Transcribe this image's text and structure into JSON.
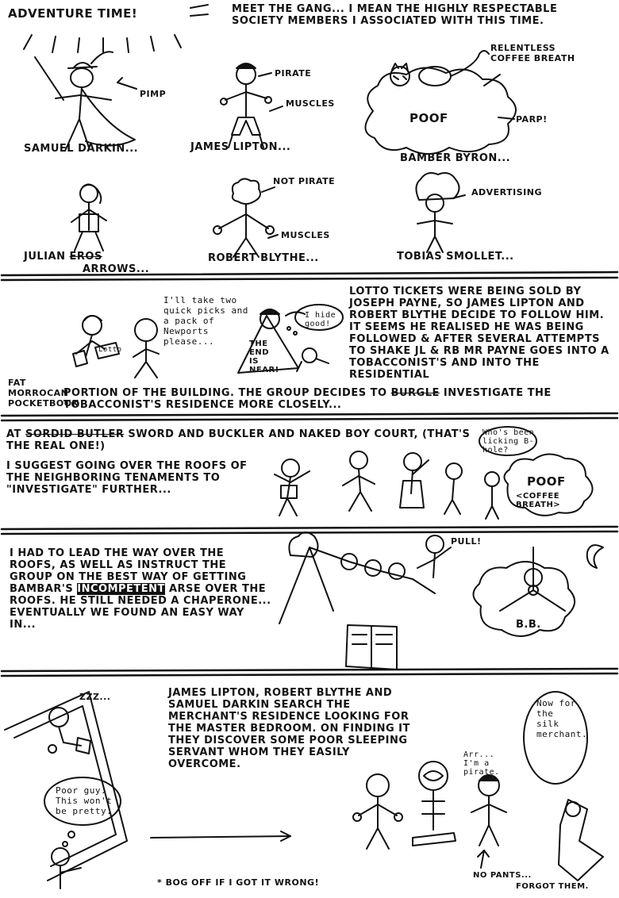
{
  "panel1": {
    "title": "Adventure Time!",
    "intro": "Meet the gang... I mean the highly respectable society members I associated with this time.",
    "samuel": {
      "name": "Samuel Darkin...",
      "note": "Pimp"
    },
    "james": {
      "name": "James Lipton...",
      "note1": "Pirate",
      "note2": "Muscles"
    },
    "bamber": {
      "name": "Bamber Byron...",
      "poof": "Poof",
      "note": "Relentless coffee breath",
      "parp": "Parp!"
    },
    "julian": {
      "name": "Julian",
      "crossed": "Eros",
      "surname": "Arrows..."
    },
    "robert": {
      "name": "Robert Blythe...",
      "note1": "Not pirate",
      "note2": "Muscles"
    },
    "tobias": {
      "name": "Tobias Smollet...",
      "note": "Advertising"
    }
  },
  "panel2": {
    "fat_book": "Fat Morrocan pocketbook",
    "lotto_label": "Lotto",
    "speech": "I'll take two quick picks and a pack of Newports please...",
    "hide": "I hide good!",
    "sign": "The end is near!",
    "story": "Lotto tickets were being sold by Joseph Payne, so James Lipton and Robert Blythe decide to follow him. It seems he realised he was being followed & after several attempts to shake JL & RB Mr Payne goes into a tobacconist's and into the residential",
    "story2": "portion of the building. The group decides to",
    "crossed": "burgle",
    "story3": "investigate the tobacconist's residence more closely..."
  },
  "panel3": {
    "at": "At",
    "crossed": "Sordid Butler",
    "court": "Sword and Buckler and Naked Boy court, (that's the real one!)",
    "text": "I suggest going over the roofs of the neighboring tenaments to \"investigate\" further...",
    "who": "Who's been licking B-hole?",
    "poof": "Poof",
    "breath": "<coffee breath>"
  },
  "panel4": {
    "text_a": "I had to lead the way over the roofs, as well as instruct the group on the best way of getting Bambar's",
    "incompetent": "incompetent",
    "text_b": "arse over the roofs. He still needed a chaperone... eventually we found an easy way in...",
    "pull": "Pull!",
    "bb": "B.B."
  },
  "panel5": {
    "zzz": "ZZZ...",
    "poor_guy": "Poor guy. This won't be pretty.",
    "story": "James Lipton, Robert Blythe and Samuel Darkin search the merchant's residence looking for the master bedroom. On finding it they discover some poor sleeping servant whom they easily overcome.",
    "arr": "Arr... I'm a pirate.",
    "now": "Now for the silk merchant.",
    "no_pants": "No pants...",
    "forgot": "Forgot them.",
    "footnote": "* Bog off if I got it wrong!"
  }
}
